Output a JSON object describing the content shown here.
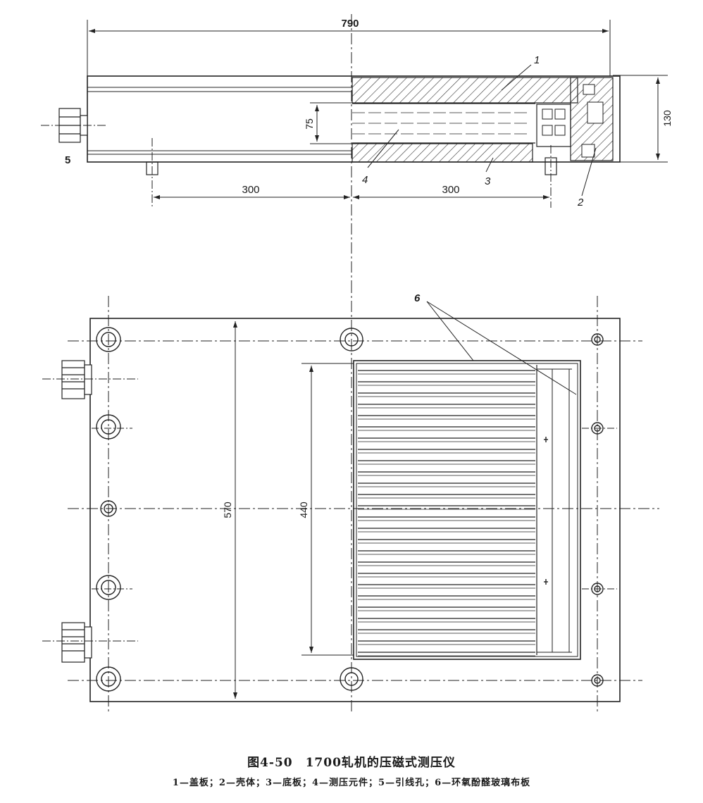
{
  "dimensions": {
    "overall_length": "790",
    "height": "130",
    "cavity_height": "75",
    "bolt_spacing_left": "300",
    "bolt_spacing_right": "300",
    "plate_width": "570",
    "element_length": "440"
  },
  "callouts": {
    "cover_plate": "1",
    "housing": "2",
    "base_plate": "3",
    "load_cell": "4",
    "lead_hole": "5",
    "epoxy_board": "6"
  },
  "caption": {
    "title": "图4-50　1700轧机的压磁式测压仪",
    "legend": "1—盖板；2—壳体；3—底板；4—测压元件；5—引线孔；6—环氧酚醛玻璃布板"
  }
}
